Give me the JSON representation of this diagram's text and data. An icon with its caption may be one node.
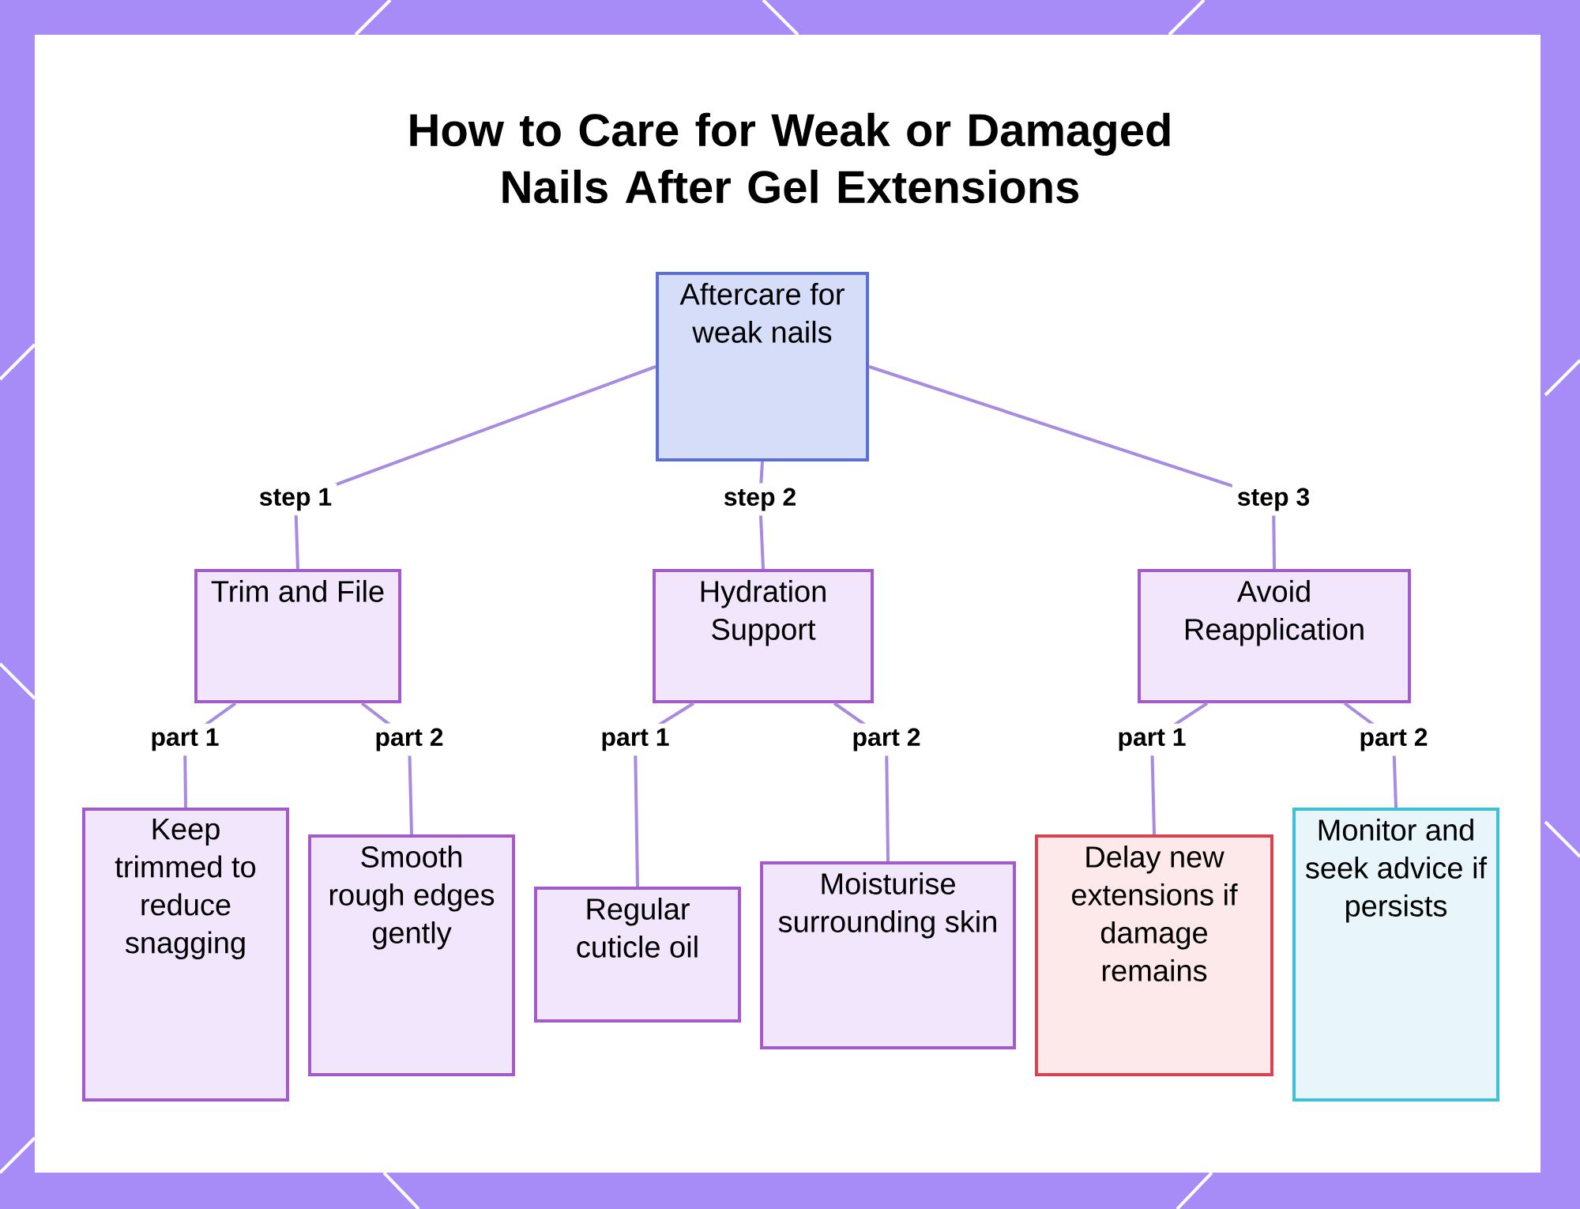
{
  "diagram": {
    "title": "How to Care for Weak or Damaged Nails After Gel Extensions",
    "nodes": [
      {
        "text": [
          "Aftercare for weak nails"
        ]
      },
      {
        "text": [
          "Trim and File"
        ]
      },
      {
        "text": [
          "Hydration Support"
        ]
      },
      {
        "text": [
          "Avoid Reapplication"
        ]
      },
      {
        "text": [
          "Keep trimmed to reduce snagging"
        ]
      },
      {
        "text": [
          "Smooth rough edges gently"
        ]
      },
      {
        "text": [
          "Regular cuticle oil"
        ]
      },
      {
        "text": [
          "Moisturise surrounding skin"
        ]
      },
      {
        "text": [
          "Delay new extensions if damage remains"
        ]
      },
      {
        "text": [
          "Monitor and seek advice if persists"
        ]
      }
    ],
    "edges": [
      {
        "from": 0,
        "to": 1,
        "arrow": "none",
        "label": "step 1"
      },
      {
        "from": 0,
        "to": 2,
        "arrow": "none",
        "label": "step 2"
      },
      {
        "from": 0,
        "to": 3,
        "arrow": "none",
        "label": "step 3"
      },
      {
        "from": 1,
        "to": 4,
        "arrow": "none",
        "label": "part 1"
      },
      {
        "from": 1,
        "to": 5,
        "arrow": "none",
        "label": "part 2"
      },
      {
        "from": 2,
        "to": 6,
        "arrow": "none",
        "label": "part 1"
      },
      {
        "from": 2,
        "to": 7,
        "arrow": "none",
        "label": "part 2"
      },
      {
        "from": 3,
        "to": 8,
        "arrow": "none",
        "label": "part 1"
      },
      {
        "from": 3,
        "to": 9,
        "arrow": "none",
        "label": "part 2"
      }
    ]
  }
}
